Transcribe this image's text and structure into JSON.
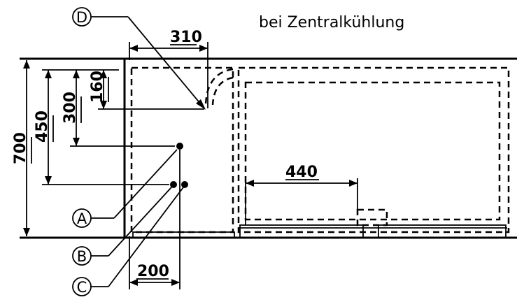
{
  "title": "bei Zentralkühlung",
  "dimensions": {
    "width_310": "310",
    "height_160": "160",
    "height_300": "300",
    "height_450": "450",
    "height_700": "700",
    "width_440": "440",
    "width_200": "200"
  },
  "markers": {
    "a": "A",
    "b": "B",
    "c": "C",
    "d": "D"
  }
}
